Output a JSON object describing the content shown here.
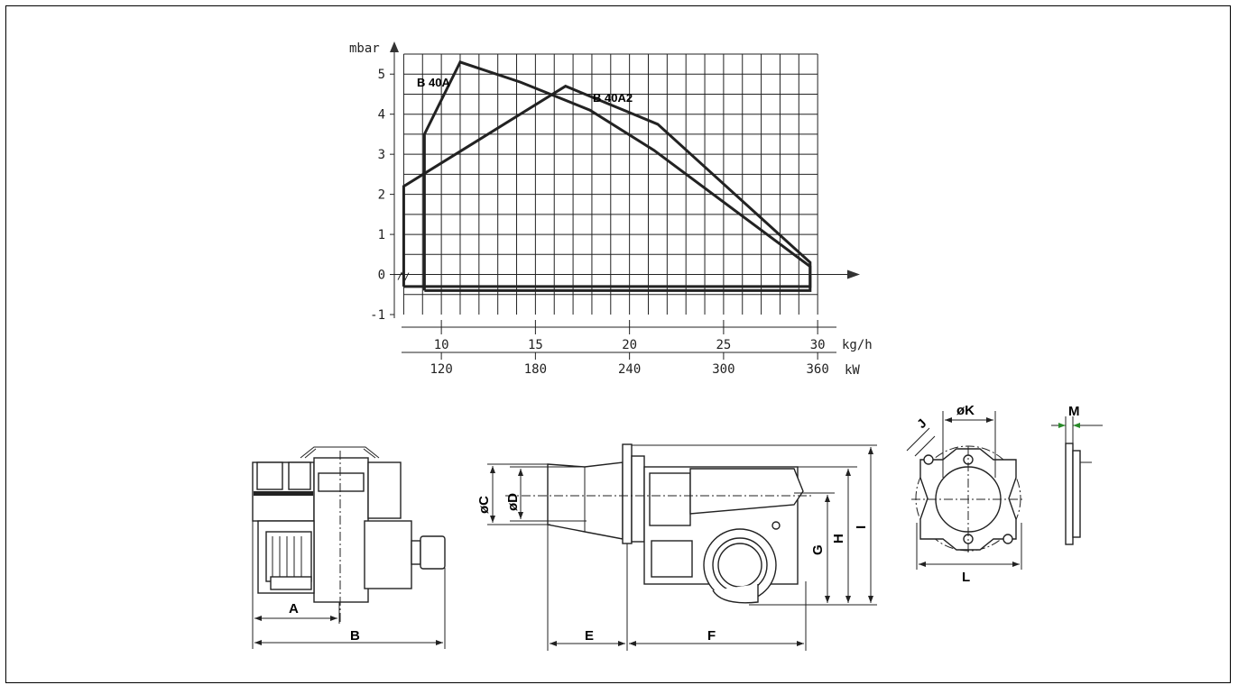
{
  "chart_data": {
    "type": "line",
    "ylabel": "mbar",
    "y_ticks": [
      "5",
      "4",
      "3",
      "2",
      "1",
      "0",
      "-1"
    ],
    "ylim": [
      -1,
      5.5
    ],
    "x_axis_primary": {
      "unit": "kg/h",
      "ticks": [
        "10",
        "15",
        "20",
        "25",
        "30"
      ],
      "values": [
        10,
        15,
        20,
        25,
        30
      ]
    },
    "x_axis_secondary": {
      "unit": "kW",
      "ticks": [
        "120",
        "180",
        "240",
        "300",
        "360"
      ],
      "values": [
        120,
        180,
        240,
        300,
        360
      ]
    },
    "xlim_kg_h": [
      7.5,
      31
    ],
    "grid": true,
    "series": [
      {
        "name": "B 40A",
        "x": [
          9.1,
          9.1,
          11.0,
          14.2,
          17.9,
          21.3,
          29.6,
          29.6,
          9.1
        ],
        "y": [
          -0.4,
          3.5,
          5.3,
          4.8,
          4.1,
          3.1,
          0.2,
          -0.4,
          -0.4
        ]
      },
      {
        "name": "B 40A2",
        "x": [
          8.0,
          8.0,
          16.6,
          21.5,
          29.6,
          29.6,
          8.0
        ],
        "y": [
          -0.3,
          2.2,
          4.7,
          3.75,
          0.3,
          -0.3,
          -0.3
        ]
      }
    ]
  },
  "dimensions": {
    "A": "A",
    "B": "B",
    "C": "øC",
    "D": "øD",
    "E": "E",
    "F": "F",
    "G": "G",
    "H": "H",
    "I": "I",
    "J": "J",
    "K": "øK",
    "L": "L",
    "M": "M"
  }
}
